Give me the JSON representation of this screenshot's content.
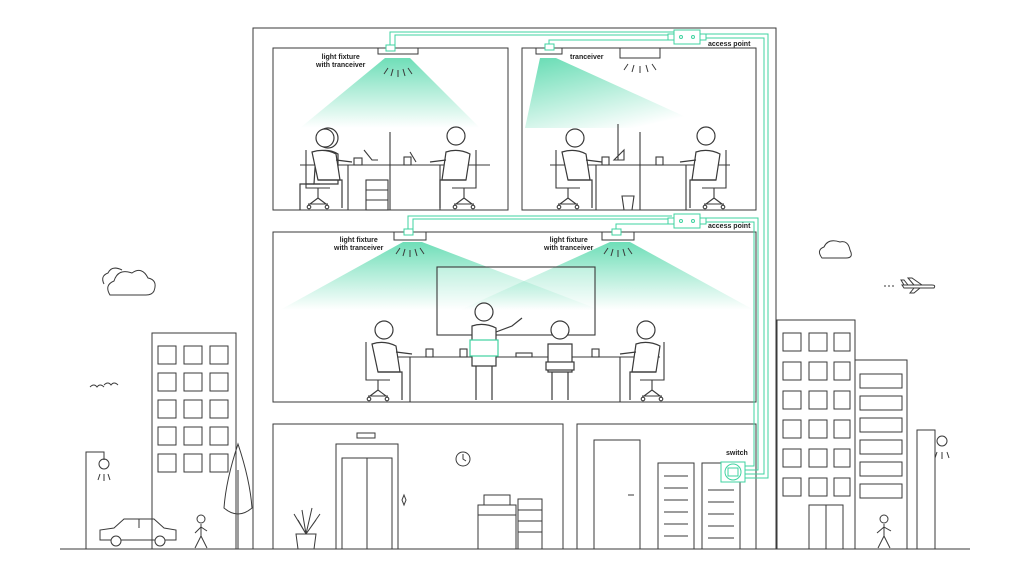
{
  "labels": {
    "light_fixture_1": "light fixture",
    "with_tranceiver_1": "with tranceiver",
    "tranceiver_top": "tranceiver",
    "access_point_top": "access point",
    "light_fixture_2": "light fixture",
    "with_tranceiver_2": "with tranceiver",
    "light_fixture_3": "light fixture",
    "with_tranceiver_3": "with tranceiver",
    "access_point_mid": "access point",
    "switch": "switch"
  },
  "colors": {
    "line": "#3a3a3a",
    "accent": "#3fd3a0",
    "beam": "#3fd3a0",
    "background": "#ffffff"
  }
}
